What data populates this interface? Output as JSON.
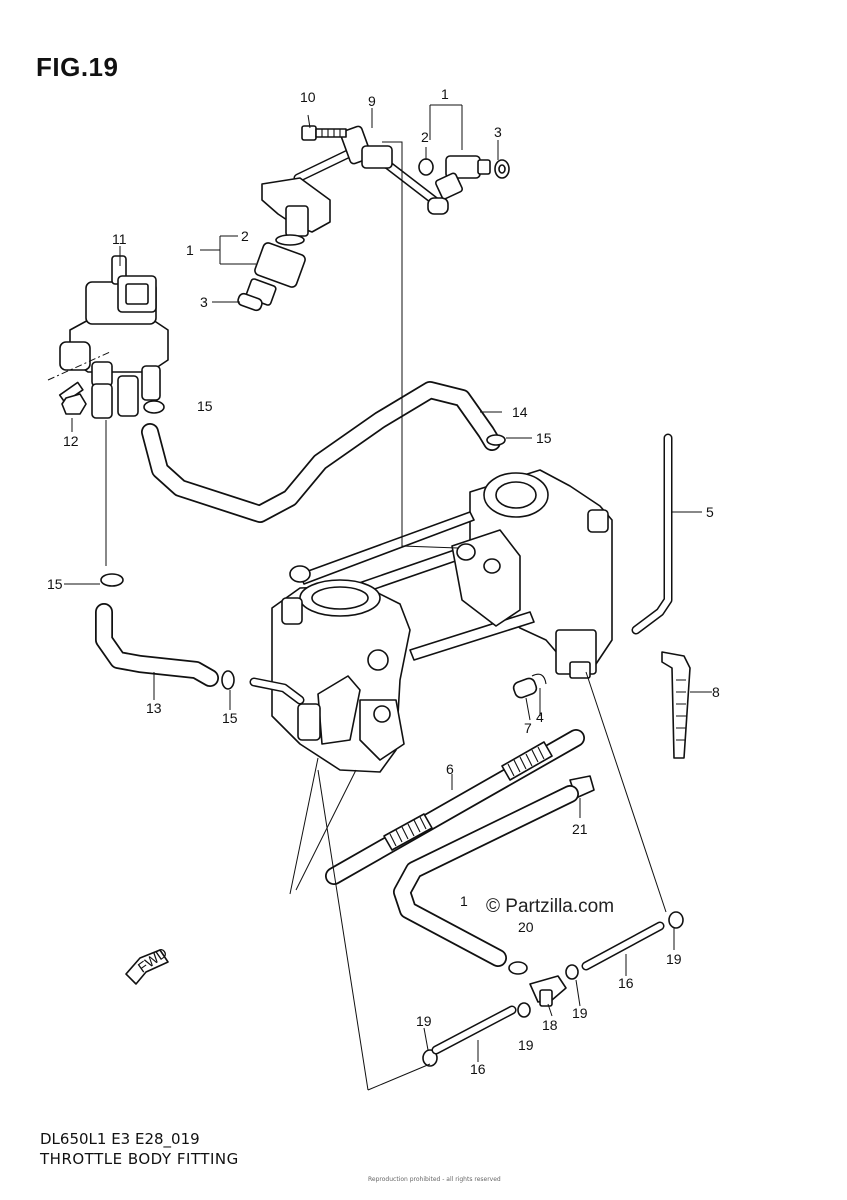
{
  "header": {
    "figure_label": "FIG.19"
  },
  "footer": {
    "model_code": "DL650L1 E3 E28_019",
    "caption": "THROTTLE BODY FITTING",
    "copyright_small": "Reproduction prohibited - all rights reserved"
  },
  "watermark": {
    "text": "© Partzilla.com"
  },
  "fwd_arrow": {
    "label": "FWD"
  },
  "callouts": [
    {
      "id": "c-1-top",
      "label": "1"
    },
    {
      "id": "c-2-top",
      "label": "2"
    },
    {
      "id": "c-3-top",
      "label": "3"
    },
    {
      "id": "c-10",
      "label": "10"
    },
    {
      "id": "c-9",
      "label": "9"
    },
    {
      "id": "c-11",
      "label": "11"
    },
    {
      "id": "c-1-left",
      "label": "1"
    },
    {
      "id": "c-2-left",
      "label": "2"
    },
    {
      "id": "c-3-left",
      "label": "3"
    },
    {
      "id": "c-12",
      "label": "12"
    },
    {
      "id": "c-15-a",
      "label": "15"
    },
    {
      "id": "c-14",
      "label": "14"
    },
    {
      "id": "c-15-b",
      "label": "15"
    },
    {
      "id": "c-5",
      "label": "5"
    },
    {
      "id": "c-15-c",
      "label": "15"
    },
    {
      "id": "c-13",
      "label": "13"
    },
    {
      "id": "c-15-d",
      "label": "15"
    },
    {
      "id": "c-8",
      "label": "8"
    },
    {
      "id": "c-7",
      "label": "7"
    },
    {
      "id": "c-4",
      "label": "4"
    },
    {
      "id": "c-6",
      "label": "6"
    },
    {
      "id": "c-21",
      "label": "21"
    },
    {
      "id": "c-1-mid",
      "label": "1"
    },
    {
      "id": "c-20",
      "label": "20"
    },
    {
      "id": "c-19-a",
      "label": "19"
    },
    {
      "id": "c-16-a",
      "label": "16"
    },
    {
      "id": "c-19-b",
      "label": "19"
    },
    {
      "id": "c-18",
      "label": "18"
    },
    {
      "id": "c-19-c",
      "label": "19"
    },
    {
      "id": "c-19-d",
      "label": "19"
    },
    {
      "id": "c-16-b",
      "label": "16"
    }
  ]
}
